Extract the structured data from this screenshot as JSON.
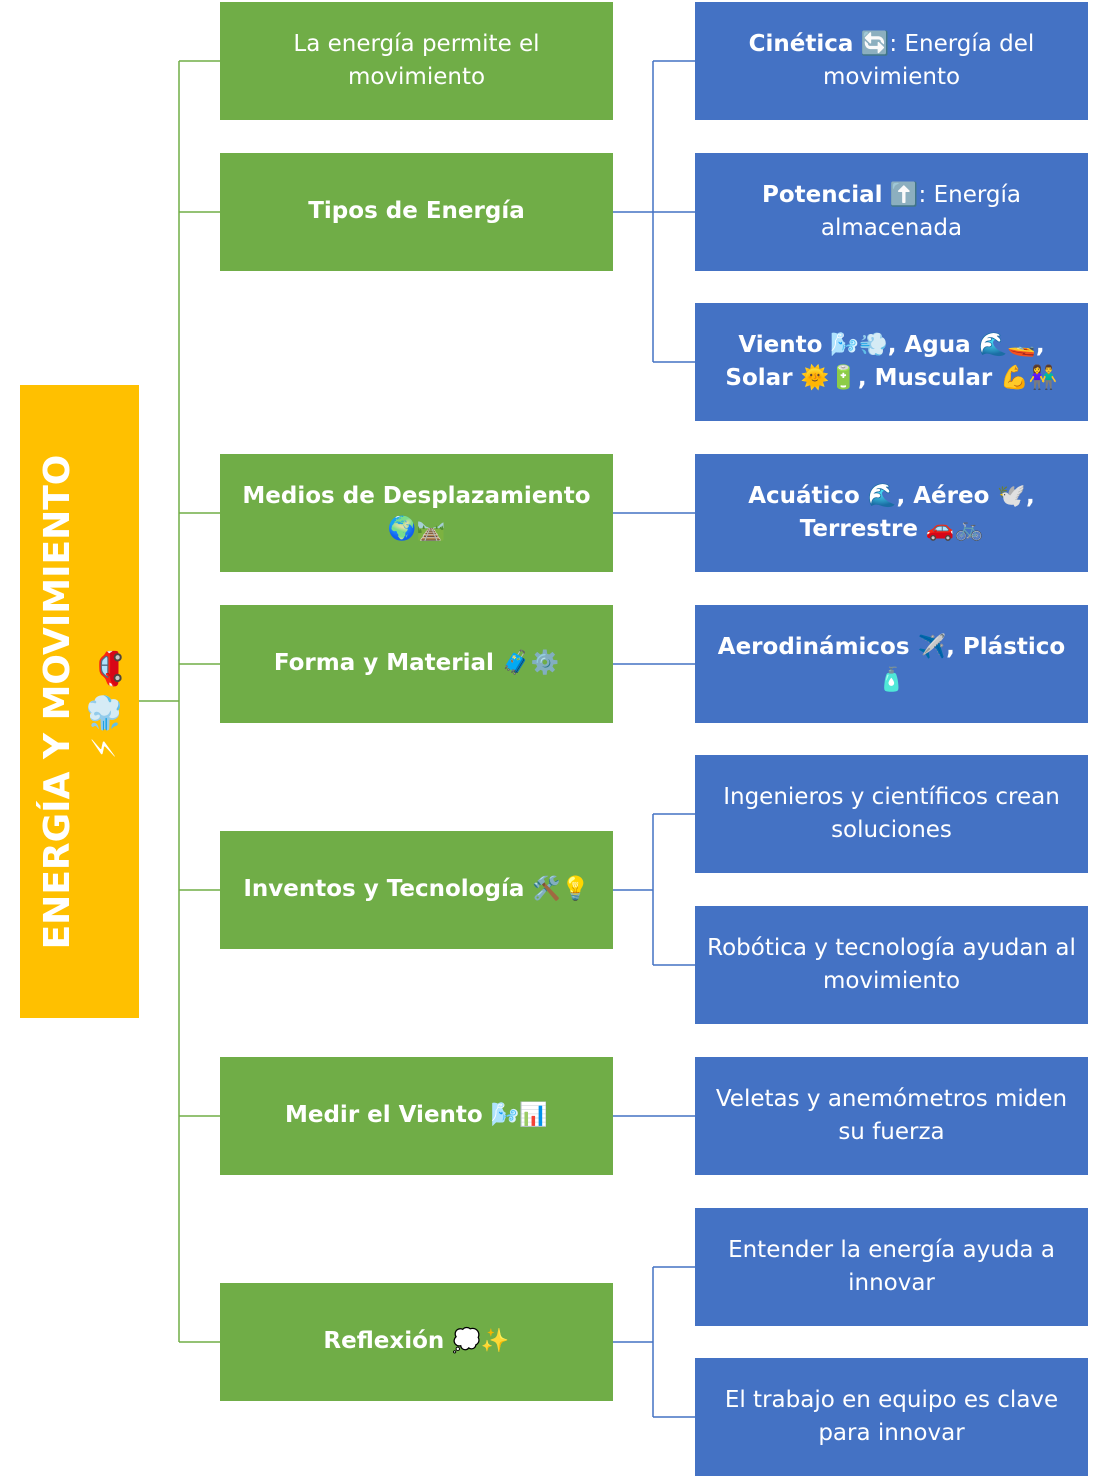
{
  "colors": {
    "root": "#ffc000",
    "level1": "#70ad47",
    "level2": "#4472c4",
    "line_green": "#70ad47",
    "line_blue": "#4472c4"
  },
  "root": {
    "title": "ENERGÍA Y MOVIMIENTO",
    "emoji": "⚡💨🚗"
  },
  "branches": [
    {
      "label": "La energía permite el movimiento",
      "children": []
    },
    {
      "label": "Tipos de Energía",
      "children": [
        {
          "bold": "Cinética",
          "text": " 🔄: Energía del movimiento"
        },
        {
          "bold": "Potencial",
          "text": " ⬆️: Energía almacenada"
        },
        {
          "bold": "Viento 🌬️💨, Agua 🌊🚤, Solar 🌞🔋, Muscular 💪👫",
          "text": ""
        }
      ]
    },
    {
      "label": "Medios de Desplazamiento 🌍🛤️",
      "children": [
        {
          "bold": "Acuático 🌊, Aéreo 🕊️, Terrestre 🚗🚲",
          "text": ""
        }
      ]
    },
    {
      "label": "Forma y Material 🧳⚙️",
      "children": [
        {
          "bold": "Aerodinámicos ✈️, Plástico 🧴",
          "text": ""
        }
      ]
    },
    {
      "label": "Inventos y Tecnología 🛠️💡",
      "children": [
        {
          "bold": "",
          "text": "Ingenieros y científicos crean soluciones"
        },
        {
          "bold": "",
          "text": "Robótica y tecnología ayudan al movimiento"
        }
      ]
    },
    {
      "label": "Medir el Viento 🌬️📊",
      "children": [
        {
          "bold": "",
          "text": "Veletas y anemómetros miden su fuerza"
        }
      ]
    },
    {
      "label": "Reflexión 💭✨",
      "children": [
        {
          "bold": "",
          "text": "Entender la energía ayuda a innovar"
        },
        {
          "bold": "",
          "text": "El trabajo en equipo es clave para innovar"
        }
      ]
    }
  ]
}
